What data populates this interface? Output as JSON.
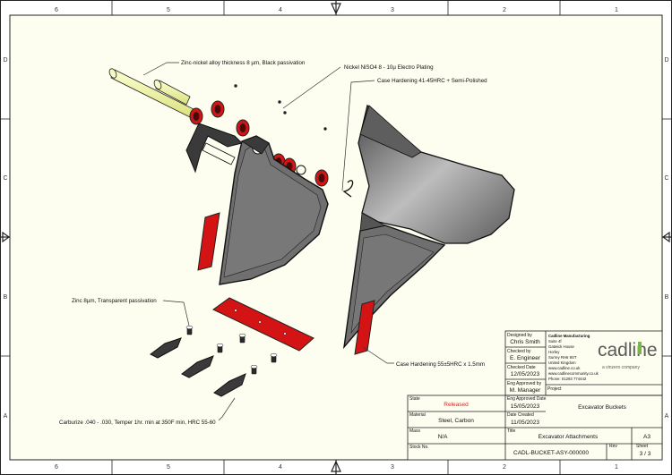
{
  "border": {
    "top_numbers": [
      "6",
      "5",
      "4",
      "3",
      "2",
      "1"
    ],
    "bottom_numbers": [
      "6",
      "5",
      "4",
      "3",
      "2",
      "1"
    ],
    "left_letters": [
      "D",
      "C",
      "B",
      "A"
    ],
    "right_letters": [
      "D",
      "C",
      "B",
      "A"
    ]
  },
  "annotations": {
    "zinc_nickel": "Zinc-nickel alloy thickness 8 µm, Black passivation",
    "nickel_plating": "Nickel NiSO4 8 - 10µ Electro Plating",
    "case_hardening_top": "Case Hardening 41-45HRC + Semi-Polished",
    "zinc_transparent": "Zinc 8µm, Transparent passivation",
    "case_hardening_bottom": "Case Hardening 55±5HRC x 1.5mm",
    "carburize": "Carburize .040 - .030, Temper 1hr. min at 350F min, HRC 55-60"
  },
  "title_block": {
    "designed_by_label": "Designed by",
    "designed_by": "Chris Smith",
    "checked_by_label": "Checked by",
    "checked_by": "E. Engineer",
    "checked_date_label": "Checked Date",
    "checked_date": "12/05/2023",
    "eng_approved_by_label": "Eng Approved by",
    "eng_approved_by": "M. Manager",
    "eng_approved_date_label": "Eng Approved Date",
    "eng_approved_date": "15/05/2023",
    "date_created_label": "Date Created",
    "date_created": "11/05/2023",
    "company_lines": [
      "Cadline Manufacturing",
      "Suite 4f",
      "Gatwick House",
      "Horley",
      "Surrey RH6 9ST",
      "United Kingdom",
      "www.cadline.co.uk",
      "www.cadlinecommunity.co.uk",
      "Phone: 01293 774442"
    ],
    "logo_main": "cadline",
    "logo_sub": "a vinzero company",
    "project_label": "Project",
    "project": "Excavator Buckets",
    "title_label": "Title",
    "title": "Excavator Attachments",
    "size": "A3",
    "state_label": "State",
    "state": "Released",
    "material_label": "Material",
    "material": "Steel, Carbon",
    "mass_label": "Mass",
    "mass": "N/A",
    "stock_no_label": "Stock No.",
    "part_number": "CADL-BUCKET-ASY-000000",
    "rev_label": "Rev",
    "rev": "",
    "sheet_label": "Sheet",
    "sheet": "3 / 3"
  },
  "colors": {
    "paper": "#fdfdf0",
    "red_part": "#d41414",
    "steel": "#6f6f6f",
    "pin": "#eef3a8",
    "state_red": "#e02020",
    "logo_grey": "#5a5a5a",
    "logo_green": "#7ab648"
  }
}
